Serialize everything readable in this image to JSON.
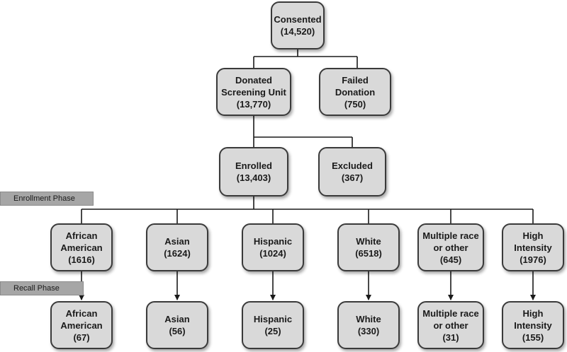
{
  "phases": {
    "enrollment": "Enrollment  Phase",
    "recall": "Recall Phase"
  },
  "nodes": {
    "consented": [
      "Consented",
      "(14,520)"
    ],
    "donated": [
      "Donated",
      "Screening Unit",
      "(13,770)"
    ],
    "failed": [
      "Failed",
      "Donation",
      "(750)"
    ],
    "enrolled": [
      "Enrolled",
      "(13,403)"
    ],
    "excluded": [
      "Excluded",
      "(367)"
    ],
    "enrollment_groups": [
      [
        "African",
        "American",
        "(1616)"
      ],
      [
        "Asian",
        "(1624)"
      ],
      [
        "Hispanic",
        "(1024)"
      ],
      [
        "White",
        "(6518)"
      ],
      [
        "Multiple race",
        "or other",
        "(645)"
      ],
      [
        "High",
        "Intensity",
        "(1976)"
      ]
    ],
    "recall_groups": [
      [
        "African",
        "American",
        "(67)"
      ],
      [
        "Asian",
        "(56)"
      ],
      [
        "Hispanic",
        "(25)"
      ],
      [
        "White",
        "(330)"
      ],
      [
        "Multiple race",
        "or other",
        "(31)"
      ],
      [
        "High",
        "Intensity",
        "(155)"
      ]
    ]
  }
}
